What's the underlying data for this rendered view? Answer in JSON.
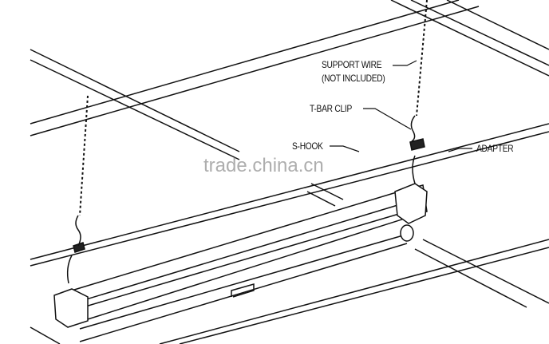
{
  "labels": {
    "support_wire": "SUPPORT WIRE",
    "not_included": "(NOT INCLUDED)",
    "t_bar_clip": "T-BAR CLIP",
    "s_hook": "S-HOOK",
    "adapter": "ADAPTER"
  },
  "watermark": "trade.china.cn",
  "line_color": "#111111"
}
